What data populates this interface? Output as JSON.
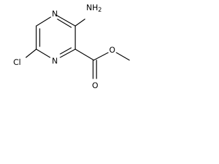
{
  "structure": {
    "labels": {
      "amino": "NH",
      "amino_sub": "2",
      "ring_n_top": "N",
      "ring_n_bottom": "N",
      "chloro": "Cl",
      "carbonyl_o": "O",
      "ester_o": "O"
    }
  }
}
